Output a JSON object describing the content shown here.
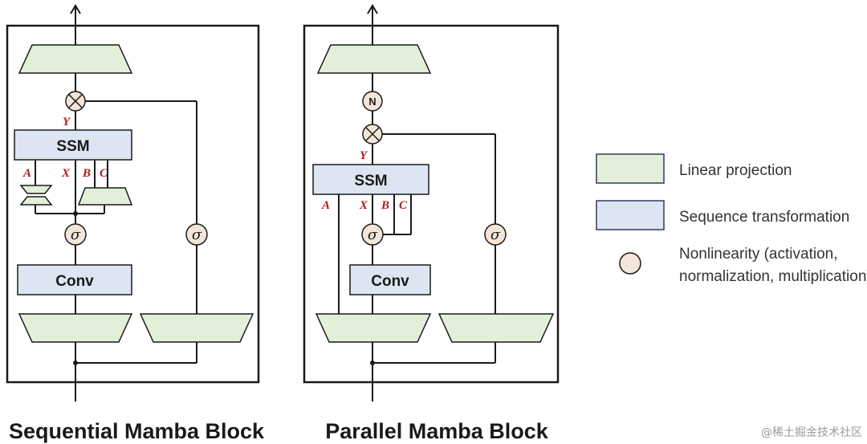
{
  "sequential": {
    "title": "Sequential Mamba Block",
    "ssm_label": "SSM",
    "conv_label": "Conv",
    "var_y": "Y",
    "var_a": "A",
    "var_x": "X",
    "var_b": "B",
    "var_c": "C",
    "sigma_1": "σ",
    "sigma_2": "σ"
  },
  "parallel": {
    "title": "Parallel Mamba Block",
    "ssm_label": "SSM",
    "conv_label": "Conv",
    "norm_label": "N",
    "var_y": "Y",
    "var_a": "A",
    "var_x": "X",
    "var_b": "B",
    "var_c": "C",
    "sigma_1": "σ",
    "sigma_2": "σ"
  },
  "legend": {
    "linear_projection": "Linear projection",
    "sequence_transformation": "Sequence transformation",
    "nonlinearity_line1": "Nonlinearity (activation,",
    "nonlinearity_line2": "normalization, multiplication)"
  },
  "colors": {
    "linear_fill": "#e3efd8",
    "sequence_fill": "#dde5f2",
    "nonlinear_fill": "#f3e6d8",
    "variable_text": "#b01c1c"
  },
  "watermark": "@稀土掘金技术社区"
}
